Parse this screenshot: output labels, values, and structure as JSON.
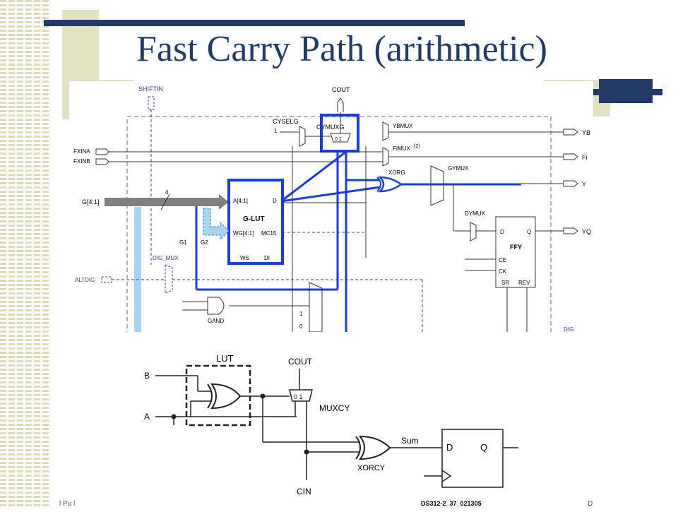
{
  "title": "Fast Carry Path (arithmetic)",
  "colors": {
    "title": "#1f3b66",
    "highlight": "#1a3fd8",
    "stripe": "#d9dbb5",
    "dashed": "#2b3f9b"
  },
  "upper": {
    "shiftin": "SHIFTIN",
    "cout": "COUT",
    "cyselg": "CYSELG",
    "one": "1",
    "cymuxg": "CYMUXG",
    "cymux_01": "0 1",
    "ybmux": "YBMUX",
    "fimux": "FIMUX",
    "fimux_note": "(2)",
    "fxina": "FXINA",
    "fxinb": "FXINB",
    "xorg": "XORG",
    "gymux": "GYMUX",
    "g41": "G[4:1]",
    "bus4": "4",
    "a41": "A[4:1]",
    "d": "D",
    "glut": "G-LUT",
    "wg41": "WG[4:1]",
    "mc15": "MC15",
    "ws": "WS",
    "di": "DI",
    "g1": "G1",
    "g2": "G2",
    "dig_mux": "DIG_MUX",
    "altdig": "ALTDIG",
    "gand": "GAND",
    "dymux": "DYMUX",
    "ffy": "FFY",
    "ff_d": "D",
    "ff_q": "Q",
    "ce": "CE",
    "ck": "CK",
    "sr": "SR",
    "rev": "REV",
    "yb": "YB",
    "fi": "Fi",
    "y": "Y",
    "yq": "YQ",
    "dig": "DIG",
    "one2": "1",
    "zero": "0"
  },
  "lower": {
    "lut": "LUT",
    "cout": "COUT",
    "b": "B",
    "a": "A",
    "mux01": "0 1",
    "muxcy": "MUXCY",
    "sum": "Sum",
    "d": "D",
    "q": "Q",
    "xorcy": "XORCY",
    "cin": "CIN",
    "figid": "DS312-2_37_021305"
  },
  "footer": {
    "left": "l Pu l",
    "right": "D"
  }
}
